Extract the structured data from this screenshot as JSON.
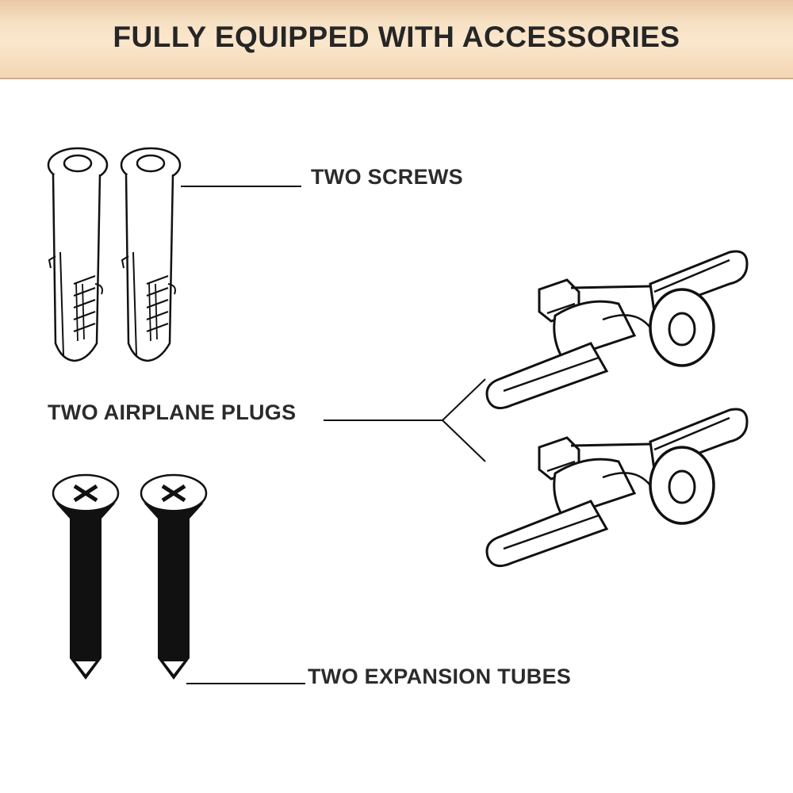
{
  "header": {
    "title": "FULLY EQUIPPED WITH ACCESSORIES"
  },
  "labels": {
    "screws": "TWO SCREWS",
    "airplane_plugs": "TWO AIRPLANE PLUGS",
    "expansion_tubes": "TWO EXPANSION TUBES"
  },
  "colors": {
    "banner": "#f7e1c4",
    "text": "#262626",
    "line": "#111111"
  }
}
